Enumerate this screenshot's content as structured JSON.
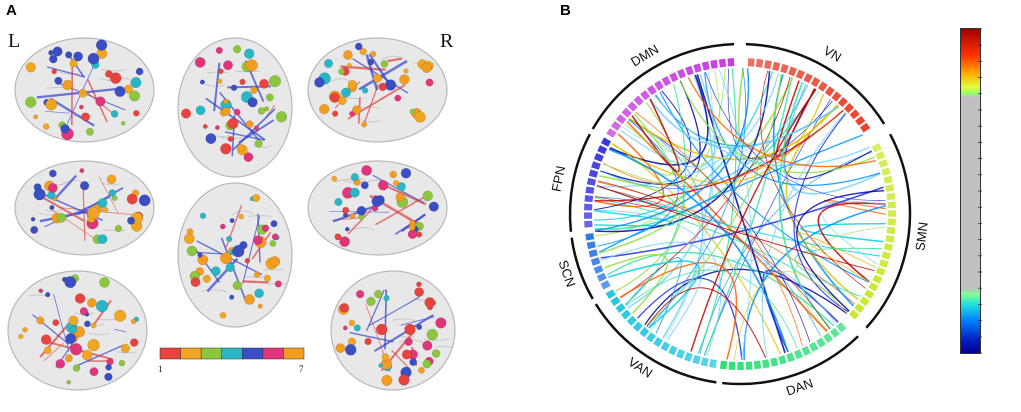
{
  "panels": {
    "a": "A",
    "b": "B"
  },
  "hemispheres": {
    "left": "L",
    "right": "R"
  },
  "node_colorbar": {
    "min_label": "1",
    "max_label": "7",
    "colors": [
      "#e8433f",
      "#f2a51e",
      "#8cc63f",
      "#29b6c6",
      "#3b4fc4",
      "#e0357a",
      "#f39c22"
    ]
  },
  "networks": [
    {
      "name": "VN",
      "color": "#e8402a"
    },
    {
      "name": "SMN",
      "color": "#c8e82a"
    },
    {
      "name": "DAN",
      "color": "#2ee07a"
    },
    {
      "name": "VAN",
      "color": "#22c7e0"
    },
    {
      "name": "SCN",
      "color": "#2a78e8"
    },
    {
      "name": "FPN",
      "color": "#3a34e0"
    },
    {
      "name": "DMN",
      "color": "#c83ae0"
    }
  ],
  "edge_colorbar": {
    "colors": [
      "#0000a0",
      "#0060ff",
      "#00d0ff",
      "#40ff80",
      "#c8c8c8",
      "#c8c8c8",
      "#a0ff40",
      "#ffd000",
      "#ff6000",
      "#a00000"
    ]
  }
}
